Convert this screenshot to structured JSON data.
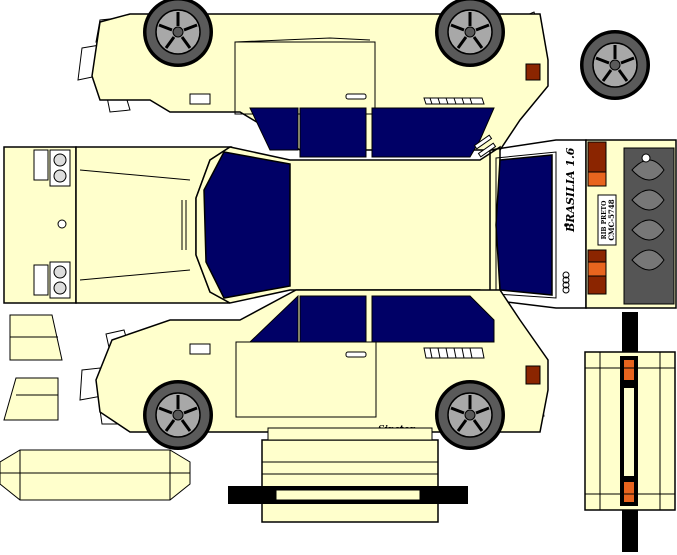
{
  "colors": {
    "body": "#FFFFCC",
    "window": "#000066",
    "tire": "#5a5a5a",
    "rim": "#a8a8a8",
    "line": "#000000",
    "taillight": "#8b2500",
    "amber": "#e8641e",
    "grey_panel": "#555555"
  },
  "labels": {
    "model_name": "BRASILIA 1.6",
    "plate_top": "RIB PRETO",
    "plate_number": "CMC-5748",
    "script_signature": "Sinston"
  }
}
